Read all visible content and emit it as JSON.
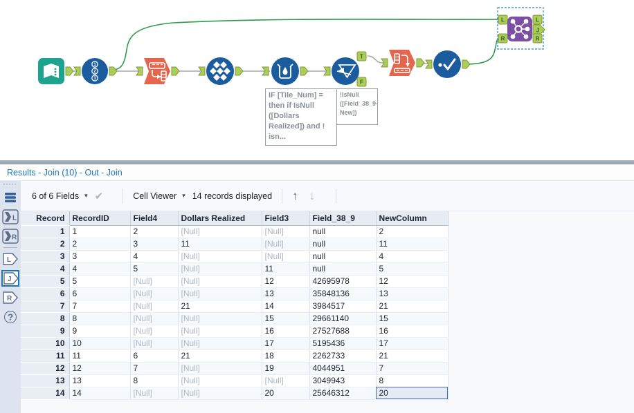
{
  "canvas": {
    "tools": [
      {
        "name": "input-data"
      },
      {
        "name": "record-id"
      },
      {
        "name": "multi-row-formula"
      },
      {
        "name": "tile"
      },
      {
        "name": "formula"
      },
      {
        "name": "filter"
      },
      {
        "name": "multi-field-formula"
      },
      {
        "name": "select"
      },
      {
        "name": "join",
        "selected": true
      }
    ],
    "anchor_labels": {
      "t": "T",
      "f": "F",
      "l": "L",
      "r": "R",
      "j": "J"
    },
    "annotations": [
      {
        "text": "IF [Tile_Num] =\nthen if  IsNull\n([Dollars\nRealized]) and !\nisn..."
      },
      {
        "text": "!IsNull\n([Field_38_9-\nNew])"
      }
    ]
  },
  "results": {
    "title": "Results - Join (10) - Out - Join",
    "toolbar": {
      "fields_label": "6 of 6 Fields",
      "cell_viewer_label": "Cell Viewer",
      "records_label": "14 records displayed"
    },
    "icons": {
      "caret": "▾",
      "check": "✔",
      "up": "↑",
      "down": "↓",
      "help": "?",
      "grip": "•••••"
    },
    "sidebar": {
      "labels": {
        "in_l": "L",
        "in_r": "R",
        "out_l": "L",
        "out_j": "J",
        "out_r": "R"
      },
      "selected": "output-join"
    },
    "table": {
      "columns": [
        "Record",
        "RecordID",
        "Field4",
        "Dollars Realized",
        "Field3",
        "Field_38_9",
        "NewColumn"
      ],
      "rows": [
        [
          "1",
          "1",
          "2",
          "[Null]",
          "[Null]",
          "null",
          "2"
        ],
        [
          "2",
          "2",
          "3",
          "11",
          "[Null]",
          "null",
          "11"
        ],
        [
          "3",
          "3",
          "4",
          "[Null]",
          "[Null]",
          "null",
          "4"
        ],
        [
          "4",
          "4",
          "5",
          "[Null]",
          "11",
          "null",
          "5"
        ],
        [
          "5",
          "5",
          "[Null]",
          "[Null]",
          "12",
          "42695978",
          "12"
        ],
        [
          "6",
          "6",
          "[Null]",
          "[Null]",
          "13",
          "35848136",
          "13"
        ],
        [
          "7",
          "7",
          "[Null]",
          "21",
          "14",
          "3984517",
          "21"
        ],
        [
          "8",
          "8",
          "[Null]",
          "[Null]",
          "15",
          "29661140",
          "15"
        ],
        [
          "9",
          "9",
          "[Null]",
          "[Null]",
          "16",
          "27527688",
          "16"
        ],
        [
          "10",
          "10",
          "[Null]",
          "[Null]",
          "17",
          "5195436",
          "17"
        ],
        [
          "11",
          "11",
          "6",
          "21",
          "18",
          "2262733",
          "21"
        ],
        [
          "12",
          "12",
          "7",
          "[Null]",
          "19",
          "4044951",
          "7"
        ],
        [
          "13",
          "13",
          "8",
          "[Null]",
          "[Null]",
          "3049943",
          "8"
        ],
        [
          "14",
          "14",
          "[Null]",
          "[Null]",
          "20",
          "25646312",
          "20"
        ]
      ],
      "null_display": "[Null]",
      "selected_row": 14,
      "selected_column": "NewColumn"
    }
  },
  "colors": {
    "accent_blue": "#1c75bc",
    "tool_blue": "#1a5c9e",
    "tool_teal": "#1ea48e",
    "tool_orange": "#e5664e",
    "tool_purple": "#7b50a4",
    "anchor_green": "#accd5b",
    "wire_green": "#2e9c4d",
    "selection_slate": "#7c8cab"
  }
}
